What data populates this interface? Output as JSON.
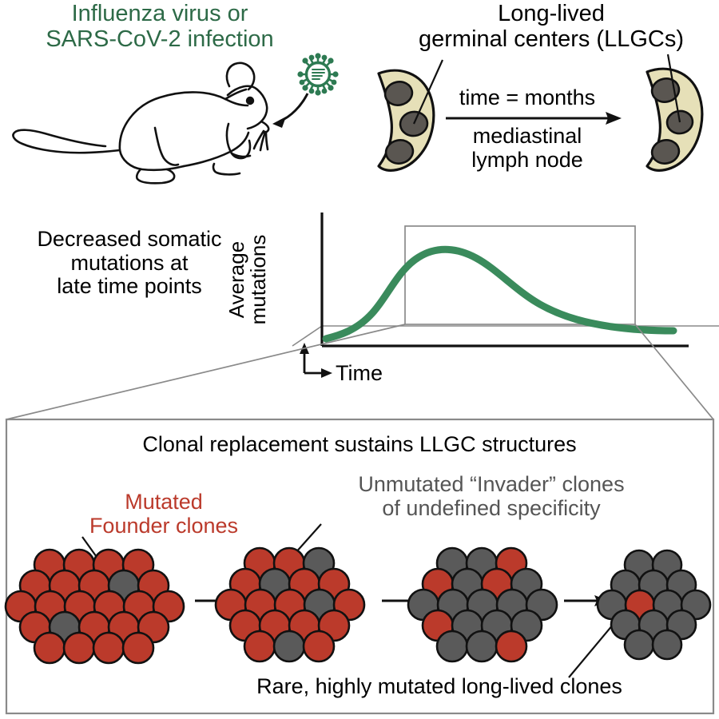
{
  "figure": {
    "type": "graphical-abstract",
    "background_color": "#ffffff"
  },
  "colors": {
    "infection_green": "#2d6a47",
    "curve_green": "#3a8b5c",
    "founder_red": "#bb3a2b",
    "invader_gray": "#5a5a5a",
    "lymph_node_fill": "#e6e0b8",
    "germinal_center_fill": "#5a5651",
    "callout_gray": "#808080",
    "outline_black": "#111111"
  },
  "top": {
    "infection_title_line1": "Influenza virus or",
    "infection_title_line2": "SARS-CoV-2 infection",
    "virus_icon": "coronavirus-icon",
    "animal_icon": "mouse-icon",
    "arrow_icon": "curved-arrow-icon",
    "llgc_title_line1": "Long-lived",
    "llgc_title_line2": "germinal centers (LLGCs)",
    "time_label": "time = months",
    "tissue_label_line1": "mediastinal",
    "tissue_label_line2": "lymph node",
    "progression_arrow": "right-arrow-icon",
    "node_left": {
      "name": "lymph-node-early",
      "germinal_center_count": 3
    },
    "node_right": {
      "name": "lymph-node-late",
      "germinal_center_count": 3
    }
  },
  "middle": {
    "annotation_line1": "Decreased somatic",
    "annotation_line2": "mutations at",
    "annotation_line3": "late time points",
    "y_axis_line1": "Average",
    "y_axis_line2": "mutations",
    "x_axis_label": "Time"
  },
  "chart_data": {
    "type": "line",
    "title": "",
    "xlabel": "Time",
    "ylabel": "Average mutations",
    "grid": false,
    "legend": false,
    "axis_style": "arrow-axes-3d-floor",
    "xlim": [
      0,
      10
    ],
    "ylim": [
      0,
      10
    ],
    "series": [
      {
        "name": "Average mutations over time",
        "color": "#3a8b5c",
        "x": [
          0.0,
          0.6,
          1.2,
          1.8,
          2.4,
          3.0,
          3.6,
          4.2,
          4.8,
          5.4,
          6.0,
          6.6,
          7.2,
          7.8,
          8.4,
          9.0,
          9.6,
          10.0
        ],
        "y": [
          0.2,
          0.7,
          1.6,
          2.9,
          4.4,
          5.9,
          7.0,
          7.6,
          7.8,
          7.6,
          7.2,
          6.5,
          5.7,
          4.8,
          4.0,
          3.3,
          2.8,
          2.6
        ]
      }
    ],
    "highlight_region": {
      "name": "late-time-points-zoom-box",
      "x_range": [
        2.9,
        10.0
      ],
      "y_range": [
        0.0,
        8.6
      ]
    },
    "annotations": [
      "Decreased somatic mutations at late time points"
    ]
  },
  "bottom": {
    "panel_title": "Clonal replacement sustains LLGC structures",
    "founder_label_line1": "Mutated",
    "founder_label_line2": "Founder clones",
    "invader_label_line1": "Unmutated “Invader” clones",
    "invader_label_line2": "of undefined specificity",
    "caption": "Rare, highly mutated long-lived clones",
    "arrow_icon": "right-arrow-icon",
    "stages": [
      {
        "name": "clone-cluster-stage-1",
        "stage_index": 1,
        "rows": [
          4,
          5,
          6,
          5,
          4
        ],
        "total_cells": 24,
        "red_cells": 22,
        "gray_cells": 2,
        "gray_positions": [
          [
            1,
            3
          ],
          [
            3,
            1
          ]
        ]
      },
      {
        "name": "clone-cluster-stage-2",
        "stage_index": 2,
        "rows": [
          3,
          4,
          5,
          4,
          3
        ],
        "total_cells": 19,
        "red_cells": 15,
        "gray_cells": 4,
        "gray_positions": [
          [
            0,
            2
          ],
          [
            1,
            1
          ],
          [
            2,
            3
          ],
          [
            4,
            1
          ]
        ]
      },
      {
        "name": "clone-cluster-stage-3",
        "stage_index": 3,
        "rows": [
          3,
          4,
          5,
          4,
          3
        ],
        "total_cells": 19,
        "red_cells": 5,
        "gray_cells": 14,
        "red_positions": [
          [
            0,
            2
          ],
          [
            1,
            0
          ],
          [
            1,
            2
          ],
          [
            3,
            0
          ],
          [
            4,
            2
          ]
        ]
      },
      {
        "name": "clone-cluster-stage-4",
        "stage_index": 4,
        "rows": [
          2,
          3,
          4,
          3,
          2
        ],
        "total_cells": 14,
        "red_cells": 1,
        "gray_cells": 13,
        "red_positions": [
          [
            2,
            1
          ]
        ]
      }
    ]
  }
}
